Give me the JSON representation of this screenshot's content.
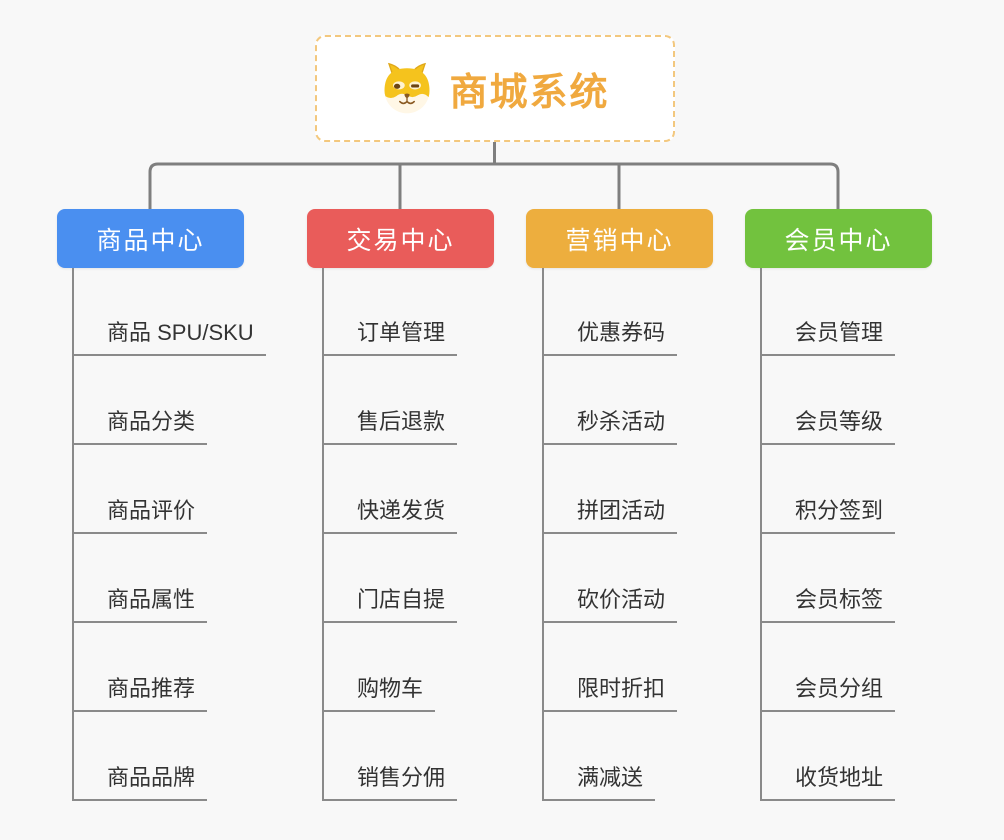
{
  "root": {
    "title": "商城系统",
    "icon": "shiba-dog-icon",
    "title_color": "#f0a93f",
    "border_color": "#f3c87e"
  },
  "connector_color": "#7f7f7f",
  "underline_color": "#8a8a8a",
  "background_color": "#f8f8f8",
  "branches": [
    {
      "label": "商品中心",
      "color": "#4a8ff0",
      "items": [
        "商品 SPU/SKU",
        "商品分类",
        "商品评价",
        "商品属性",
        "商品推荐",
        "商品品牌"
      ]
    },
    {
      "label": "交易中心",
      "color": "#e95c5a",
      "items": [
        "订单管理",
        "售后退款",
        "快递发货",
        "门店自提",
        "购物车",
        "销售分佣"
      ]
    },
    {
      "label": "营销中心",
      "color": "#edae3e",
      "items": [
        "优惠券码",
        "秒杀活动",
        "拼团活动",
        "砍价活动",
        "限时折扣",
        "满减送"
      ]
    },
    {
      "label": "会员中心",
      "color": "#72c23e",
      "items": [
        "会员管理",
        "会员等级",
        "积分签到",
        "会员标签",
        "会员分组",
        "收货地址"
      ]
    }
  ]
}
